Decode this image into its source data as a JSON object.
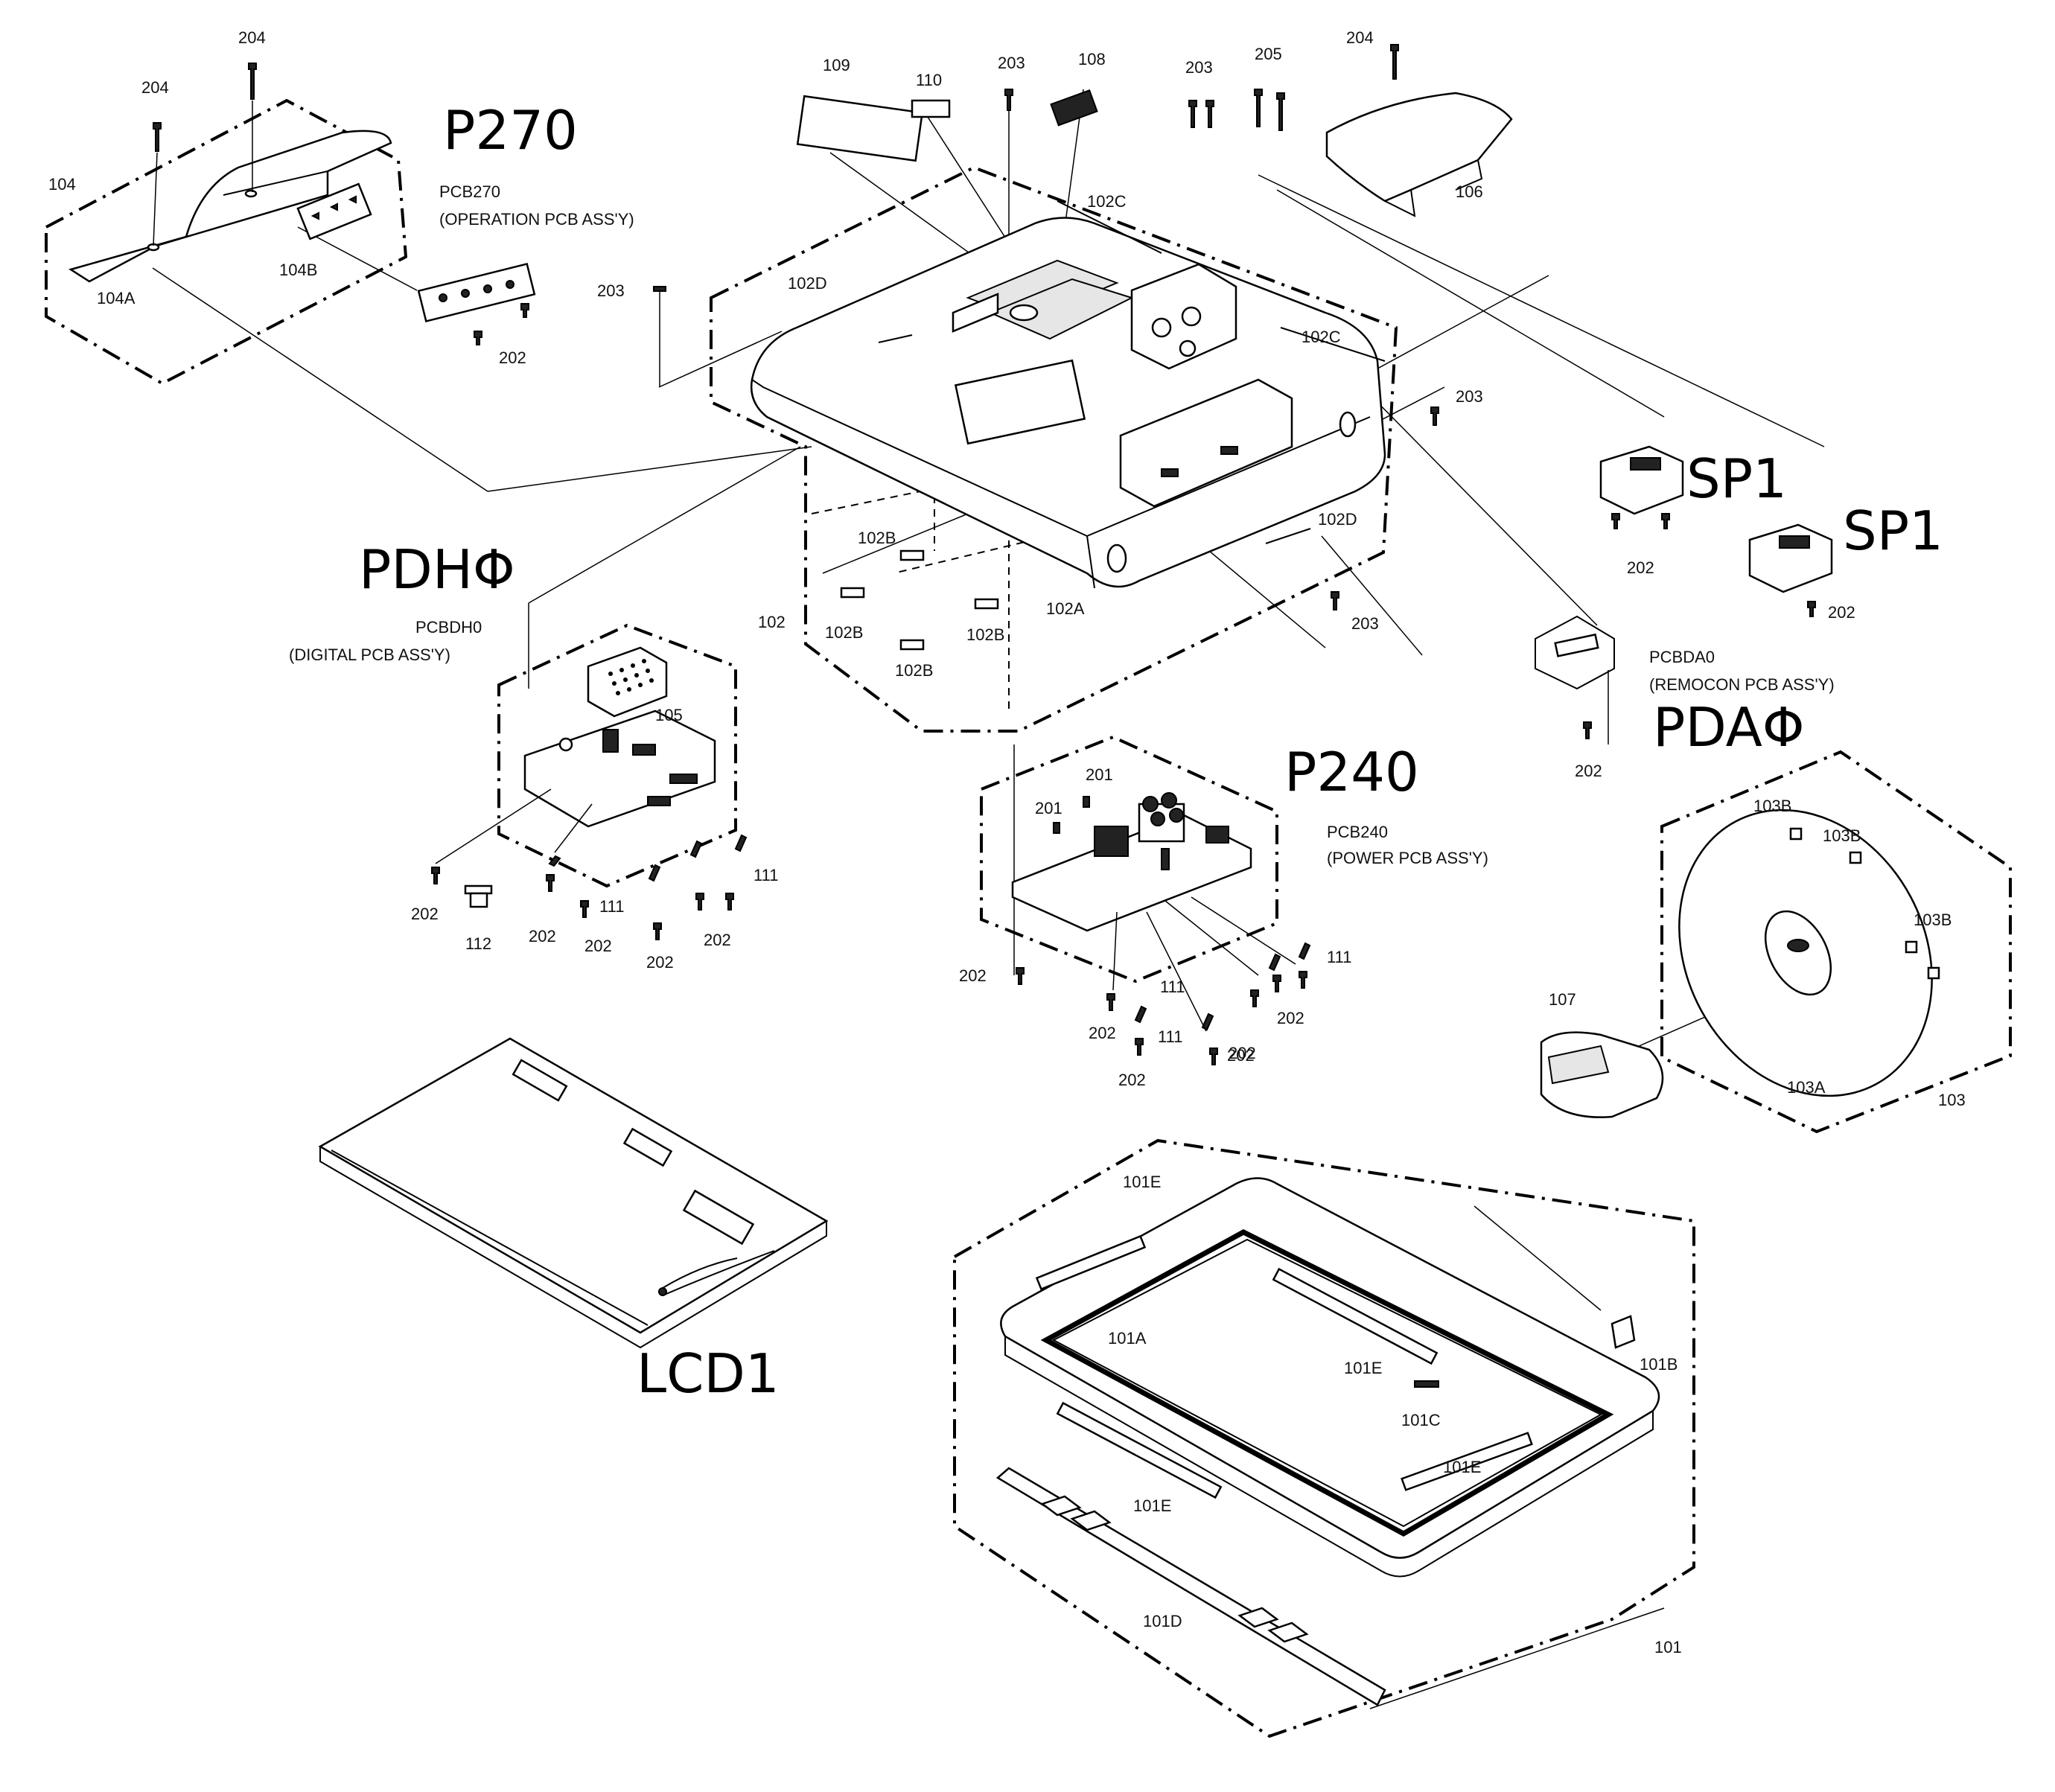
{
  "handwritten": {
    "p270": "P270",
    "pdh0": "PDHΦ",
    "p240": "P240",
    "sp1_a": "SP1",
    "sp1_b": "SP1",
    "pda0": "PDAΦ",
    "lcd1": "LCD1"
  },
  "assemblies": {
    "pcb270_code": "PCB270",
    "pcb270_name": "(OPERATION  PCB ASS'Y)",
    "pcbdh0_code": "PCBDH0",
    "pcbdh0_name": "(DIGITAL PCB ASS'Y)",
    "pcb240_code": "PCB240",
    "pcb240_name": "(POWER PCB ASS'Y)",
    "pcbda0_code": "PCBDA0",
    "pcbda0_name": "(REMOCON PCB ASS'Y)"
  },
  "callouts": {
    "c204a": "204",
    "c204b": "204",
    "c204c": "204",
    "c104": "104",
    "c104a": "104A",
    "c104b": "104B",
    "c202_op": "202",
    "c203_left": "203",
    "c109": "109",
    "c110": "110",
    "c203_top": "203",
    "c108": "108",
    "c203_pair": "203",
    "c205": "205",
    "c106": "106",
    "c102c_top": "102C",
    "c102d_top": "102D",
    "c102c_right": "102C",
    "c203_right": "203",
    "c102d_right": "102D",
    "c102b_a": "102B",
    "c102b_b": "102B",
    "c102b_c": "102B",
    "c102b_d": "102B",
    "c102": "102",
    "c102a": "102A",
    "c203_low": "203",
    "c202_sp1a": "202",
    "c202_sp1b": "202",
    "c202_remo": "202",
    "c105": "105",
    "c202_d1": "202",
    "c112": "112",
    "c202_d2": "202",
    "c202_d3": "202",
    "c111_d1": "111",
    "c202_d4": "202",
    "c202_d5": "202",
    "c111_d2": "111",
    "c201_a": "201",
    "c201_b": "201",
    "c202_p1": "202",
    "c202_p2": "202",
    "c111_p1": "111",
    "c202_p3": "202",
    "c111_p2": "111",
    "c202_p4": "202",
    "c202_p5": "202",
    "c111_p3": "111",
    "c202_p6": "202",
    "c103b_a": "103B",
    "c103b_b": "103B",
    "c103b_c": "103B",
    "c107": "107",
    "c103a": "103A",
    "c103": "103",
    "c101e_a": "101E",
    "c101a": "101A",
    "c101e_b": "101E",
    "c101c": "101C",
    "c101b": "101B",
    "c101e_c": "101E",
    "c101e_d": "101E",
    "c101d": "101D",
    "c101": "101"
  }
}
